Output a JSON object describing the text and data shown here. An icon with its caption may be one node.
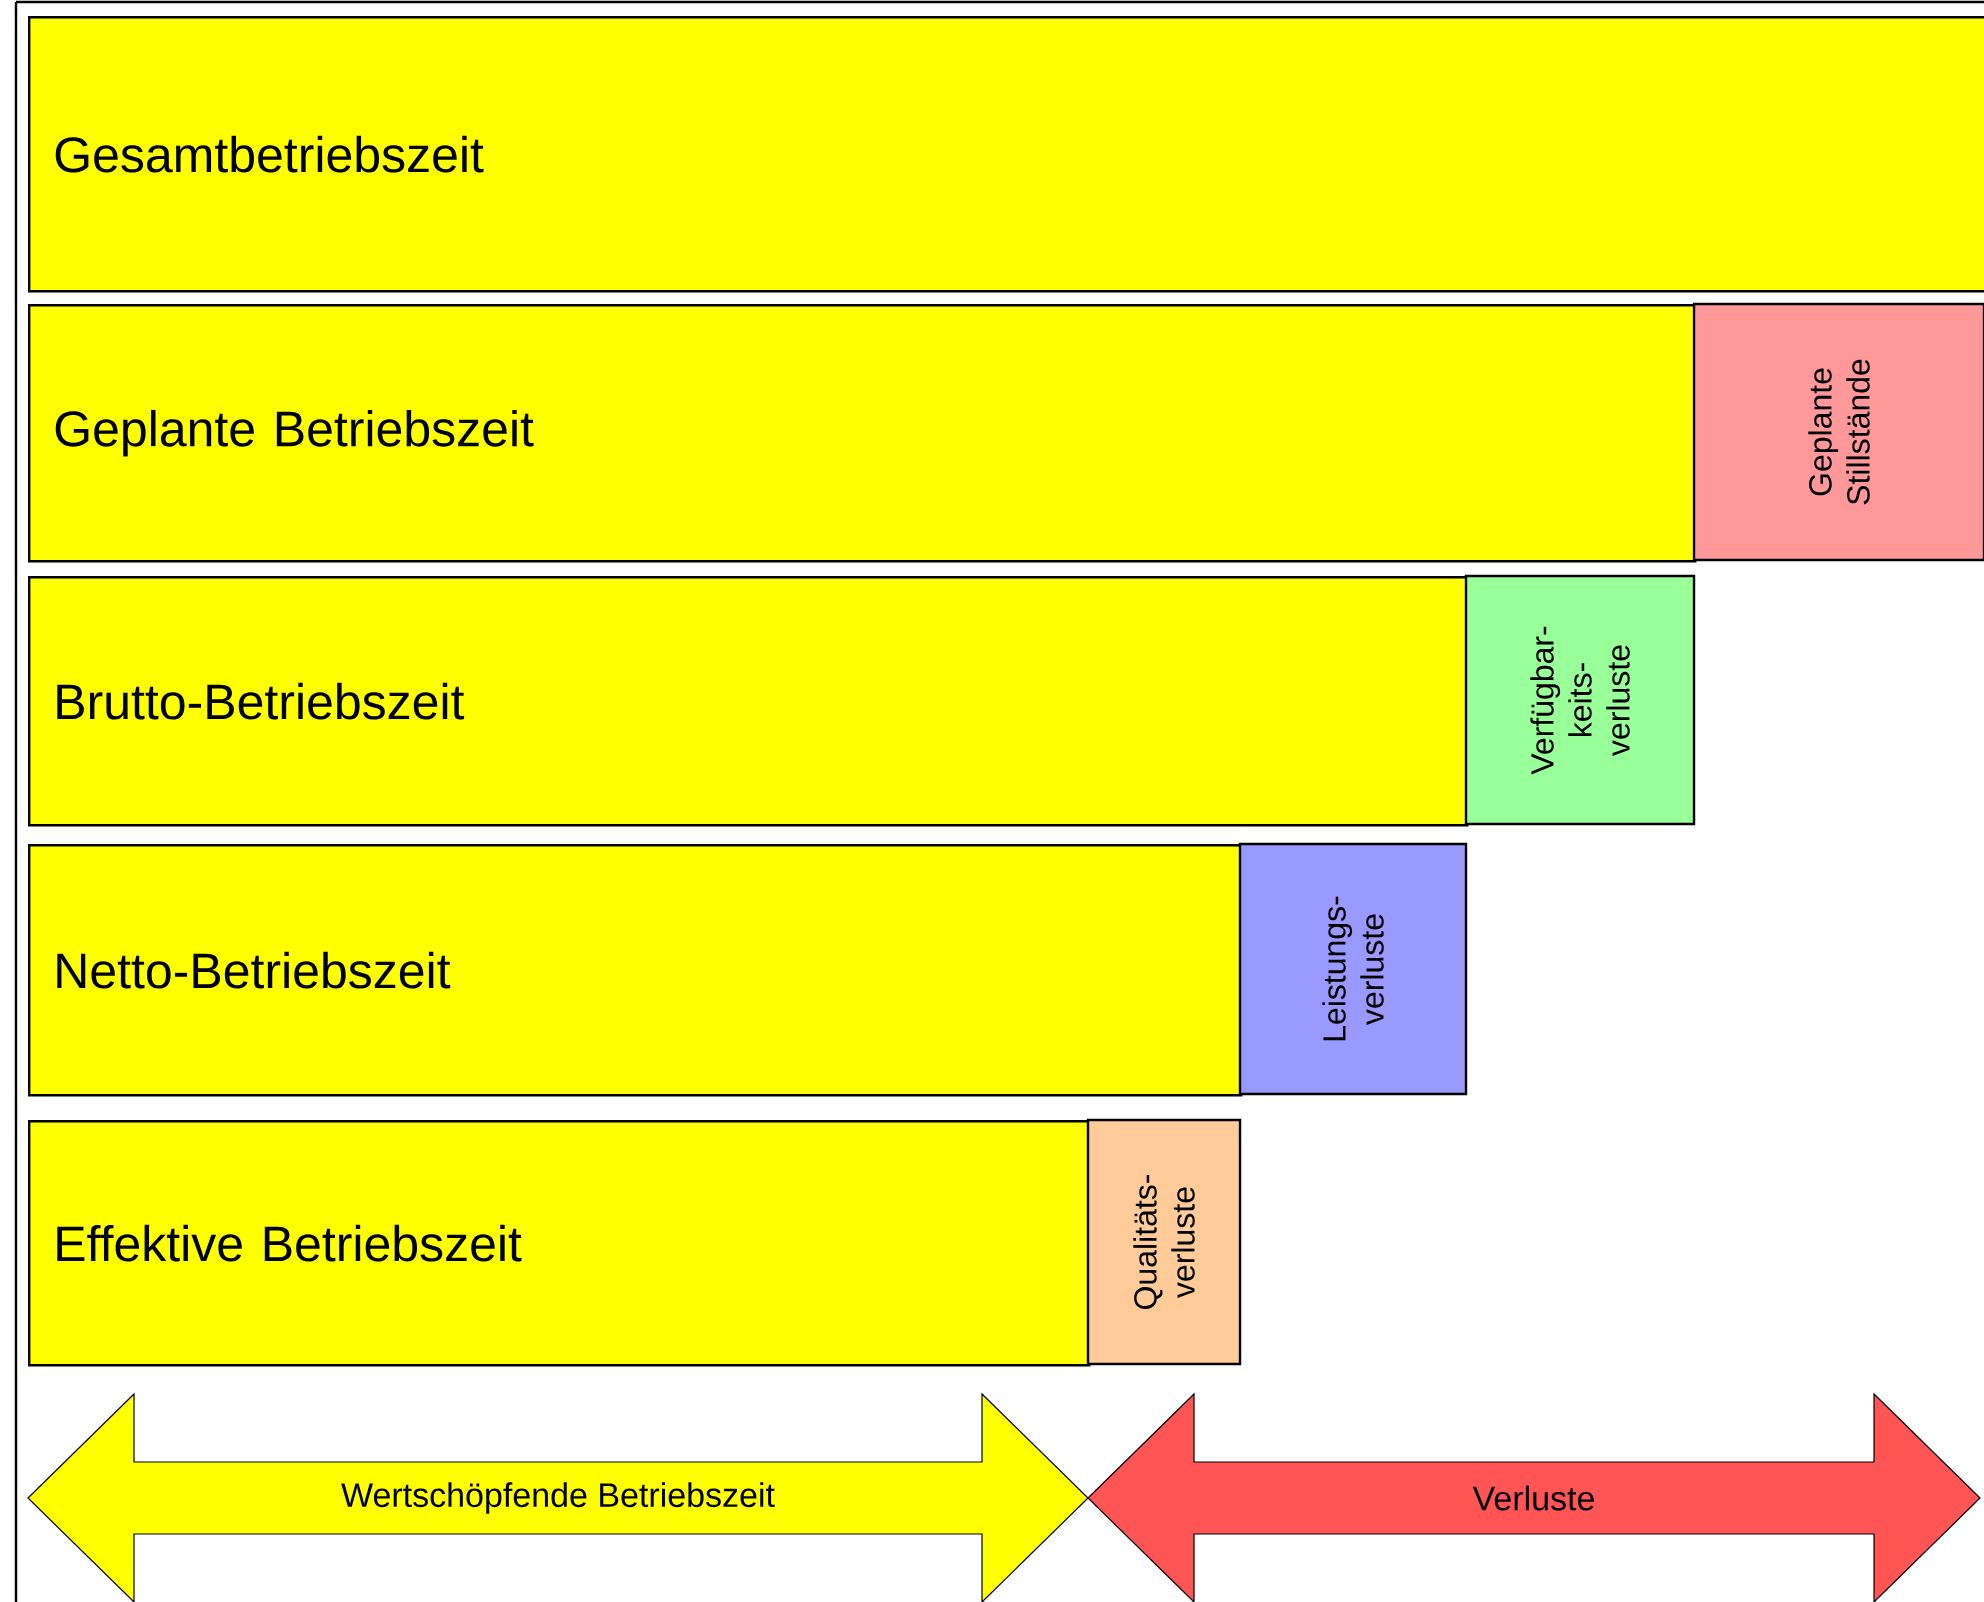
{
  "diagram": {
    "nodes": [
      {
        "text": [
          "Gesamtbetriebszeit"
        ]
      },
      {
        "text": [
          "Geplante Betriebszeit"
        ]
      },
      {
        "text": [
          "Geplante Stillstände"
        ]
      },
      {
        "text": [
          "Brutto-Betriebszeit"
        ]
      },
      {
        "text": [
          "Verfügbar- keits- verluste"
        ]
      },
      {
        "text": [
          "Netto-Betriebszeit"
        ]
      },
      {
        "text": [
          "Leistungs- verluste"
        ]
      },
      {
        "text": [
          "Effektive Betriebszeit"
        ]
      },
      {
        "text": [
          "Qualitäts- verluste"
        ]
      },
      {
        "text": [
          "Wertschöpfende Betriebszeit"
        ]
      },
      {
        "text": [
          "Verluste"
        ]
      }
    ],
    "edges": []
  }
}
